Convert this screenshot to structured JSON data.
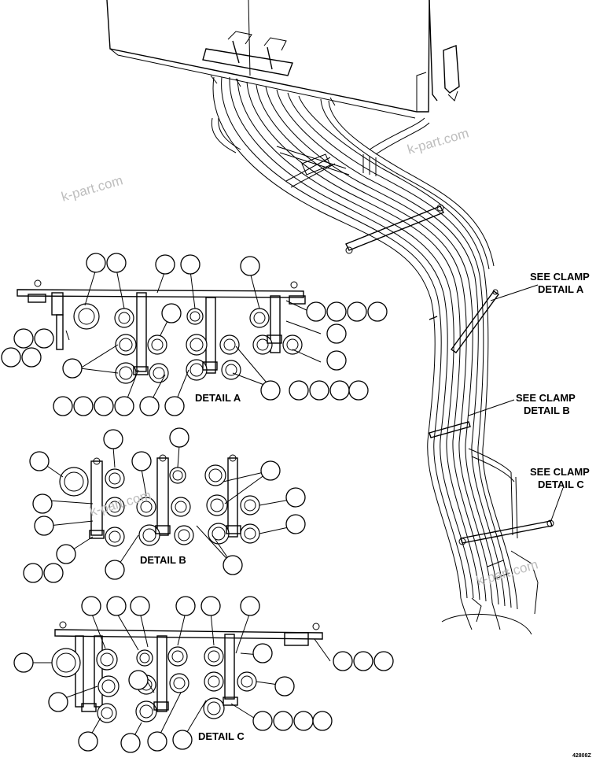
{
  "labels": {
    "see_a_1": "SEE CLAMP",
    "see_a_2": "DETAIL A",
    "see_b_1": "SEE CLAMP",
    "see_b_2": "DETAIL B",
    "see_c_1": "SEE CLAMP",
    "see_c_2": "DETAIL C",
    "detail_a": "DETAIL A",
    "detail_b": "DETAIL B",
    "detail_c": "DETAIL C",
    "drawing_code": "42808Z"
  },
  "watermarks": [
    "k-part.com",
    "k-part.com",
    "k-part.com",
    "k-part.com"
  ]
}
